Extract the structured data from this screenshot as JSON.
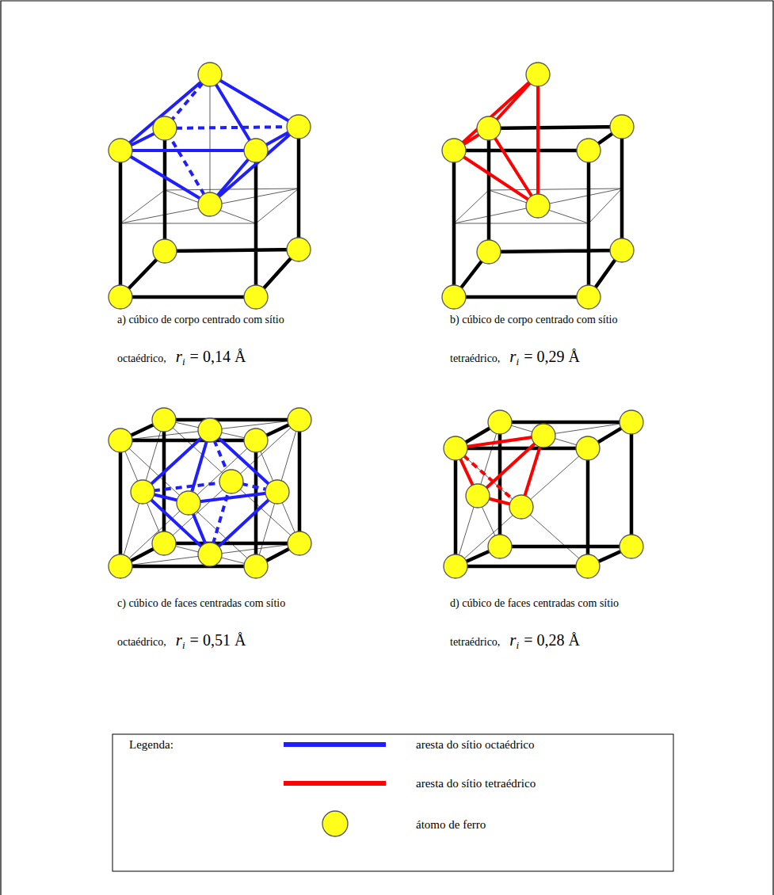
{
  "diagram": {
    "labels": [
      "a) cúbico de corpo centrado com sítio octaédrico,",
      "r",
      "i",
      "= 0,14 Å",
      "b) cúbico de corpo centrado com sítio tetraédrico,",
      "r",
      "i",
      "= 0,29 Å",
      "c) cúbico de faces centradas com sítio octaédrico,",
      "r",
      "i",
      "= 0,51 Å",
      "d) cúbico de faces centradas com sítio tetraédrico,",
      "r",
      "i",
      "= 0,28 Å",
      "Legenda:"
    ],
    "legend": [
      {
        "text": "aresta do sítio octaédrico",
        "color": "#1e1eff"
      },
      {
        "text": "aresta do sítio tetraédrico",
        "color": "#ff0000"
      },
      {
        "text": "átomo de ferro"
      }
    ]
  }
}
